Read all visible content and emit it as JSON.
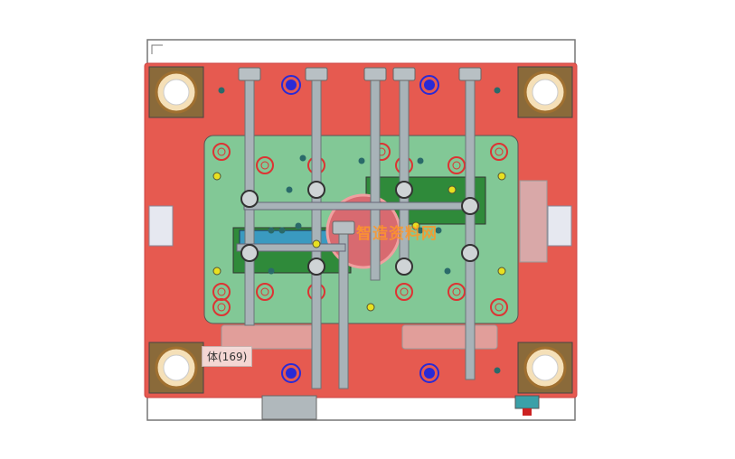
{
  "viewport": {
    "name": "mold-assembly-top-view"
  },
  "tooltip": {
    "text": "体(169)"
  },
  "watermark": {
    "text": "智造资料网"
  },
  "colors": {
    "plate": "#e65a50",
    "cavity": "#82c896",
    "rod": "#a8b3b8",
    "frame": "#ffffff",
    "blue_pin": "#2a2ad6",
    "yellow_pin": "#e8e020"
  }
}
